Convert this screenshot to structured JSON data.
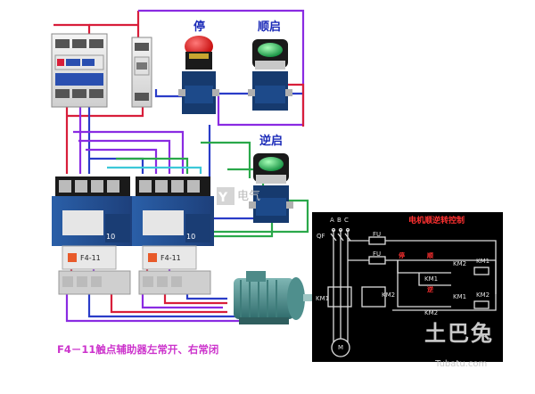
{
  "labels": {
    "stop": "停",
    "forward_start": "顺启",
    "reverse_start": "逆启",
    "contactor_model_left": "10",
    "contactor_model_right": "10",
    "aux_block_left": "F4-11",
    "aux_block_right": "F4-11",
    "caption": "F4－11触点辅助器左常开、右常闭",
    "watermark_brand": "电气",
    "logo_main": "土巴兔",
    "logo_sub": "Tubatu.com"
  },
  "schematic": {
    "title": "电机顺逆转控制",
    "phases": [
      "A",
      "B",
      "C"
    ],
    "qf": "QF",
    "fu_top": "FU",
    "fu_ctrl": "FU",
    "stop": "停",
    "forward": "顺",
    "reverse": "逆",
    "km1": "KM1",
    "km2": "KM2",
    "km2_interlock": "KM2",
    "km1_hold": "KM1",
    "km1_interlock": "KM1",
    "km2_hold": "KM2",
    "km1_coil": "KM1",
    "km2_coil": "KM2",
    "motor": "M"
  },
  "colors": {
    "wire_red": "#d81e3a",
    "wire_purple": "#8a2be2",
    "wire_blue": "#2a3cc8",
    "wire_green": "#2aa84a",
    "wire_cyan": "#3cc8d8",
    "schematic_bg": "#000000",
    "schematic_title": "#ff2020",
    "caption": "#cc33cc"
  }
}
